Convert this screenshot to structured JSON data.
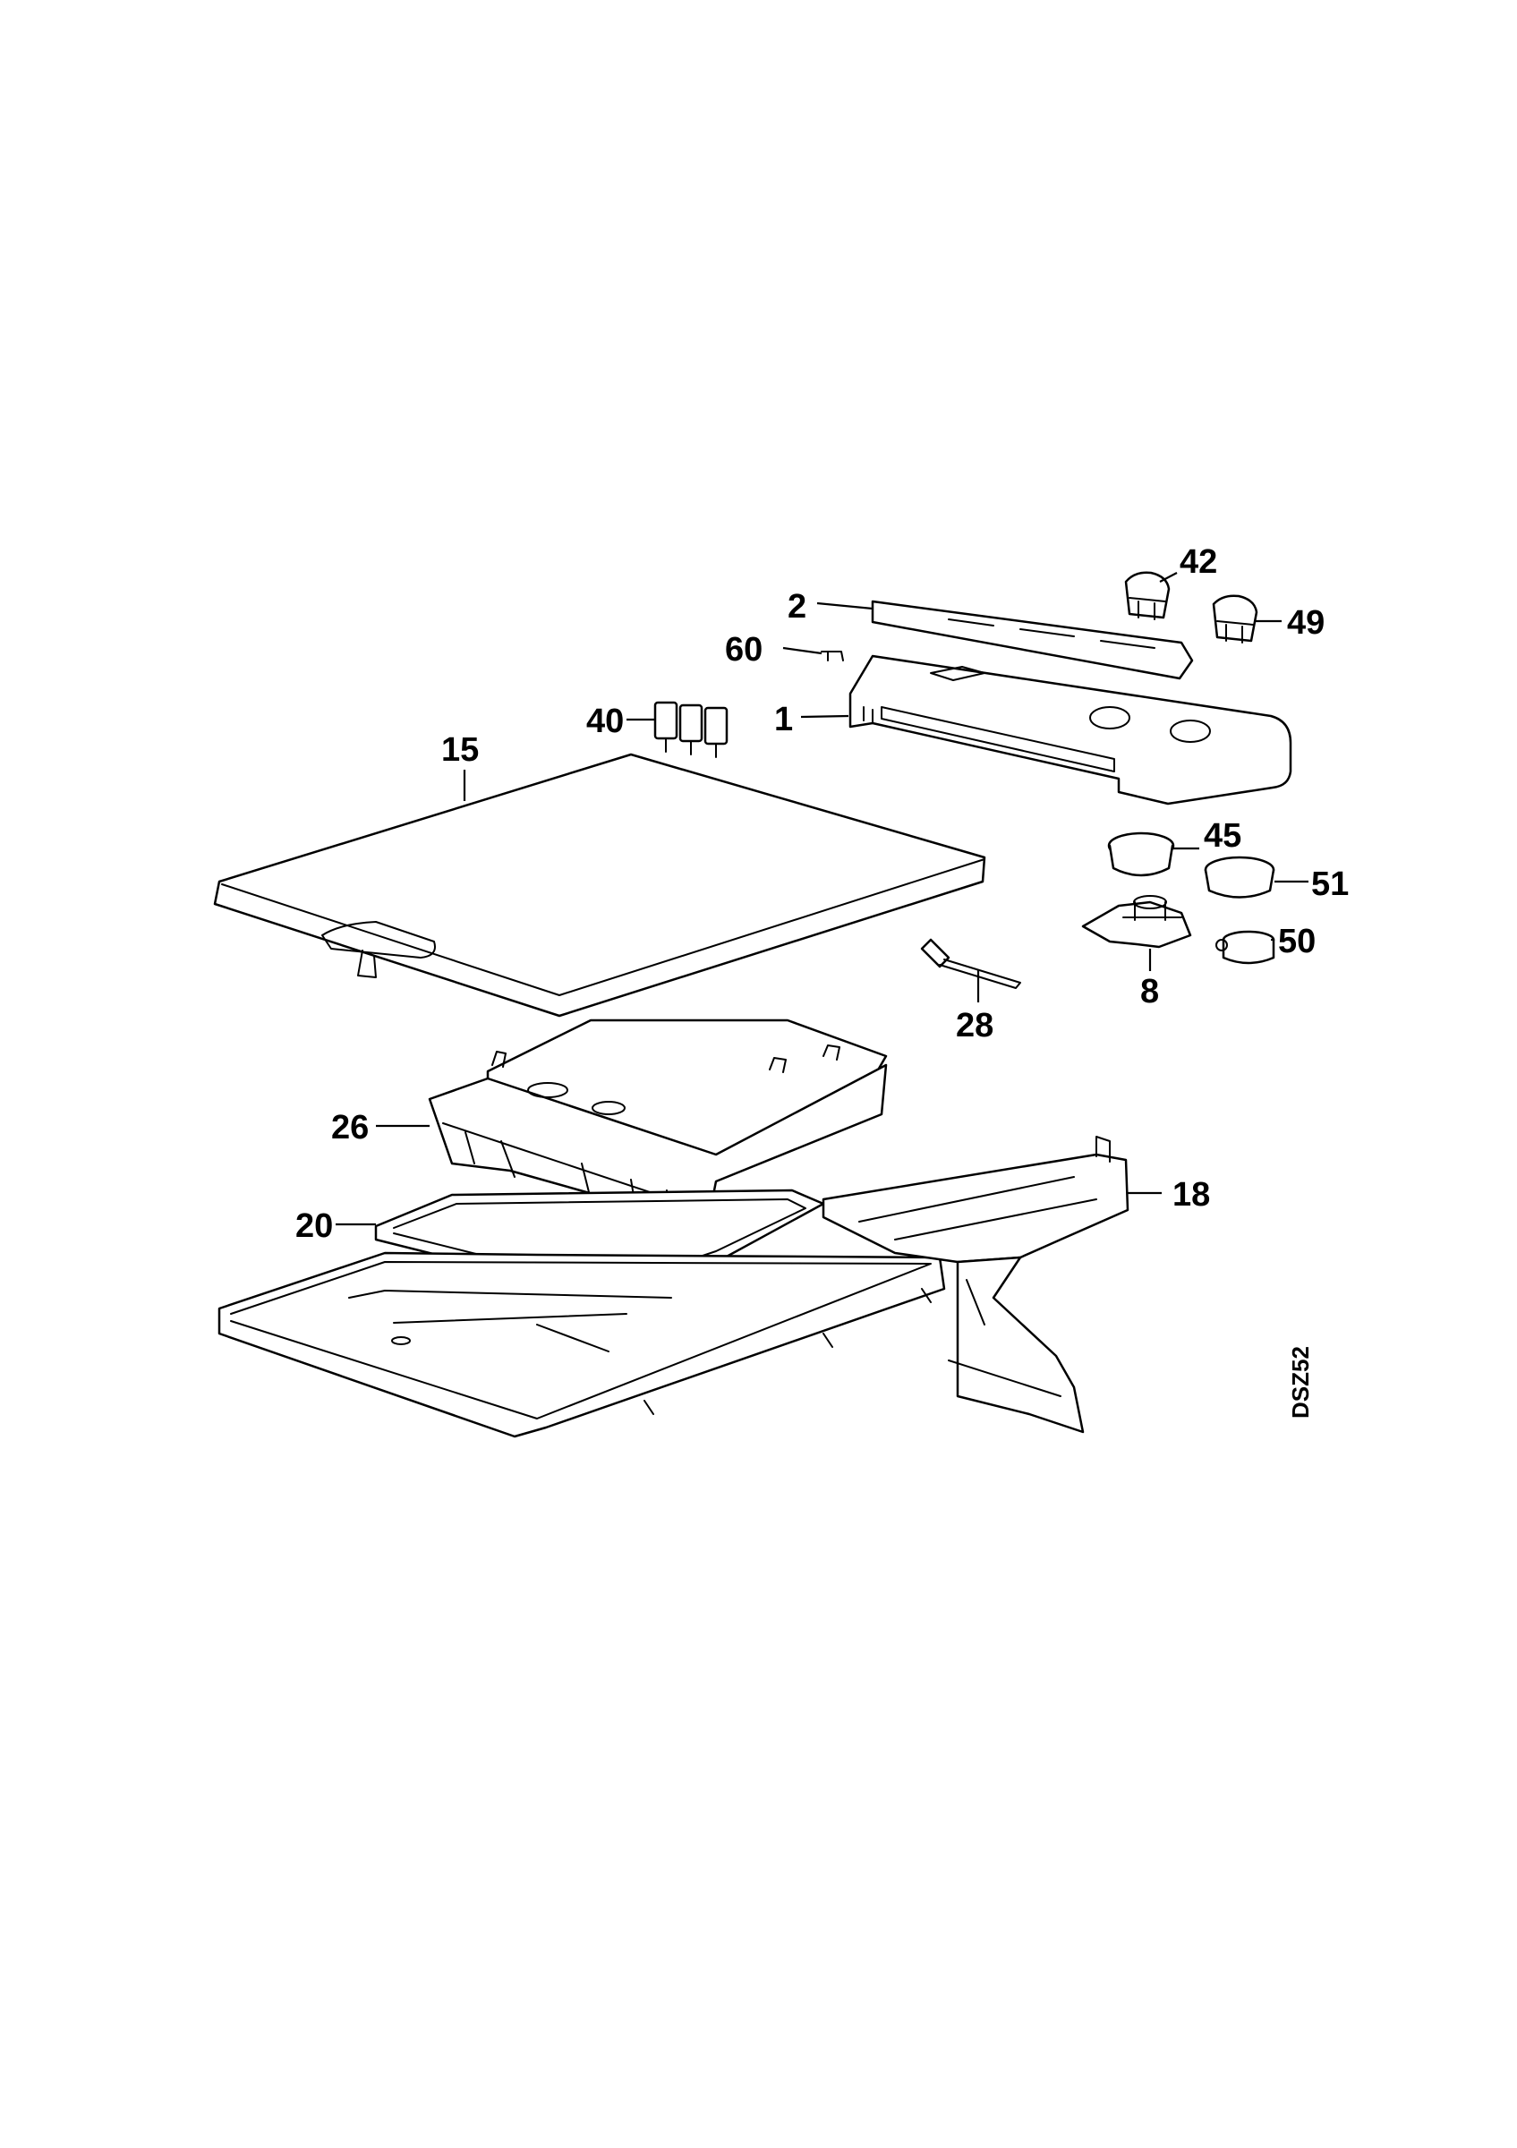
{
  "diagram": {
    "drawing_code": "DSZ52",
    "callouts": {
      "c1": "1",
      "c2": "2",
      "c8": "8",
      "c15": "15",
      "c18": "18",
      "c20": "20",
      "c26": "26",
      "c28": "28",
      "c40": "40",
      "c42": "42",
      "c45": "45",
      "c49": "49",
      "c50": "50",
      "c51": "51",
      "c60": "60"
    }
  }
}
